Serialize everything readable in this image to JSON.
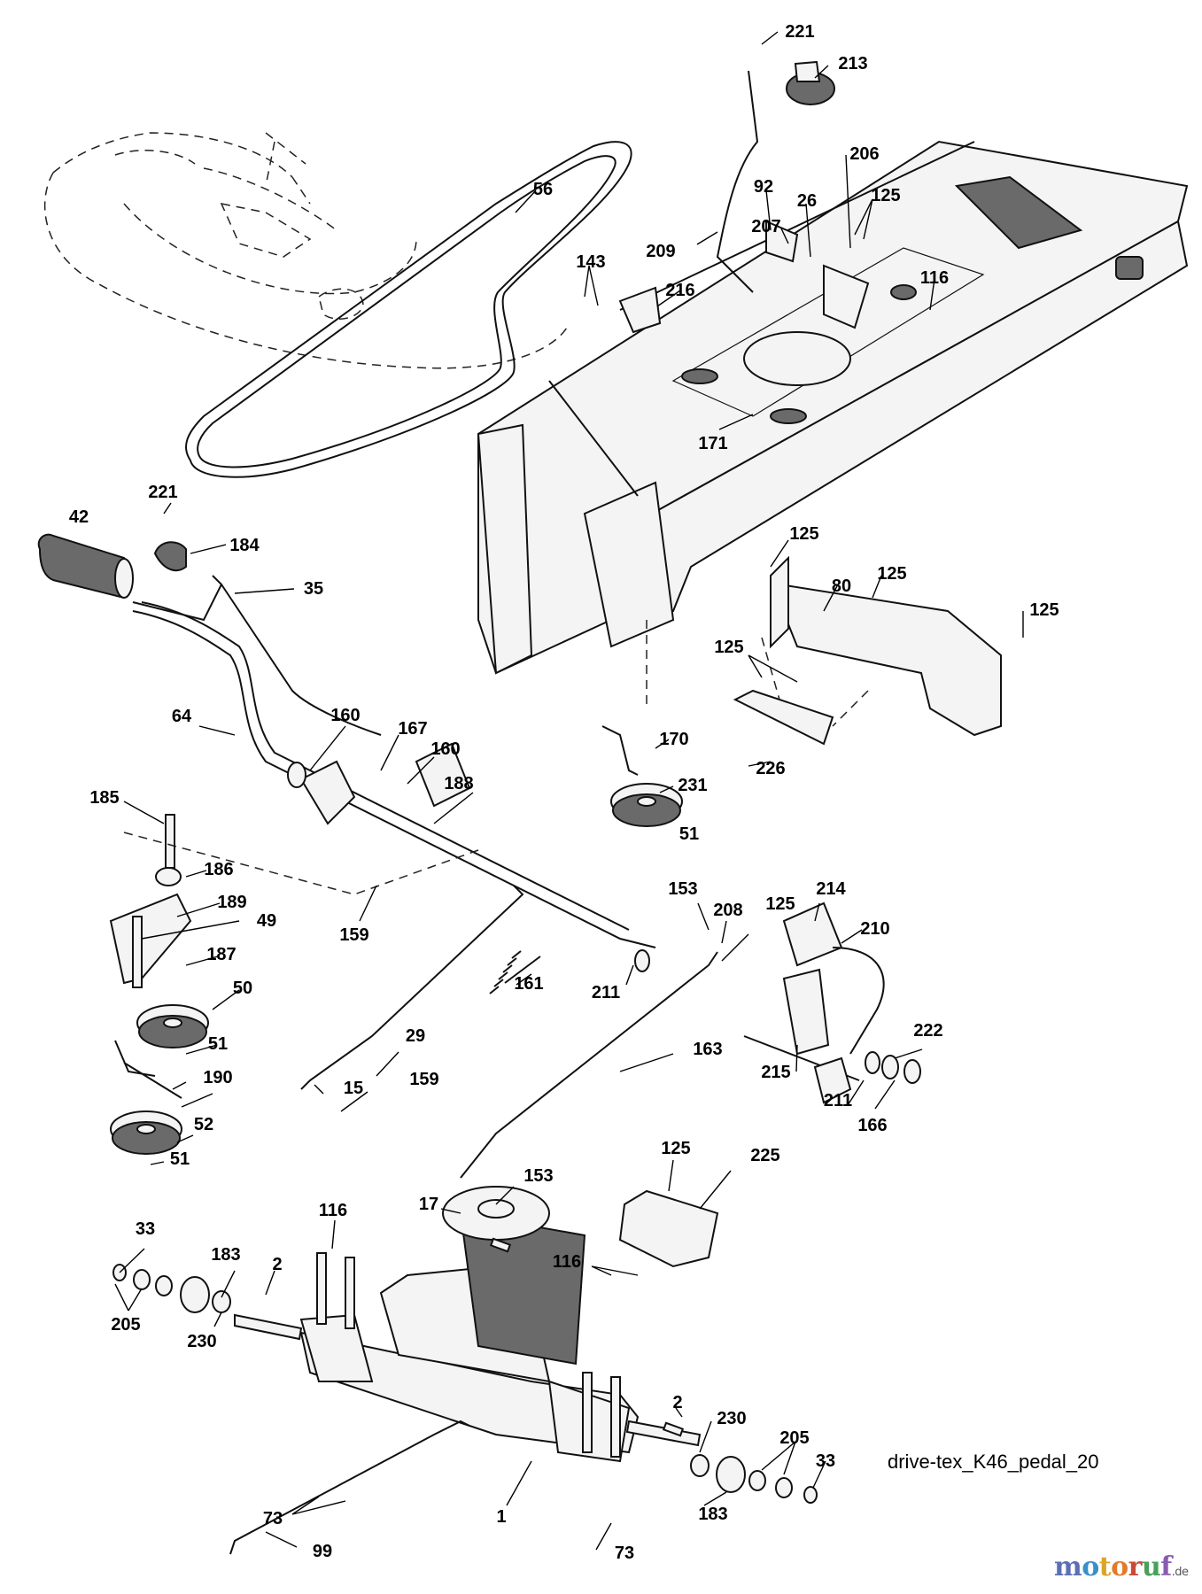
{
  "diagram": {
    "caption": "drive-tex_K46_pedal_20",
    "watermark": {
      "letters": [
        "m",
        "o",
        "t",
        "o",
        "r",
        "u",
        "f"
      ],
      "letter_colors": [
        "#5b6fb5",
        "#3a8fc7",
        "#d9a628",
        "#e07b2c",
        "#c94a3a",
        "#4aa05a",
        "#8a5cb0"
      ],
      "suffix": ".de"
    },
    "labels": {
      "p221a": "221",
      "p213": "213",
      "p56": "56",
      "p206": "206",
      "p92": "92",
      "p26": "26",
      "p125a": "125",
      "p209": "209",
      "p207": "207",
      "p143": "143",
      "p216": "216",
      "p116a": "116",
      "p171": "171",
      "p221b": "221",
      "p42": "42",
      "p184": "184",
      "p35": "35",
      "p125b": "125",
      "p80": "80",
      "p125c": "125",
      "p125d": "125",
      "p125e": "125",
      "p64": "64",
      "p160a": "160",
      "p167": "167",
      "p160b": "160",
      "p170": "170",
      "p226": "226",
      "p231": "231",
      "p188": "188",
      "p185": "185",
      "p51a": "51",
      "p186": "186",
      "p189": "189",
      "p49": "49",
      "p159a": "159",
      "p153a": "153",
      "p208": "208",
      "p125f": "125",
      "p214": "214",
      "p210": "210",
      "p187": "187",
      "p50": "50",
      "p161": "161",
      "p211a": "211",
      "p29": "29",
      "p163": "163",
      "p51b": "51",
      "p190": "190",
      "p222": "222",
      "p215": "215",
      "p15": "15",
      "p159b": "159",
      "p211b": "211",
      "p166": "166",
      "p52": "52",
      "p51c": "51",
      "p125g": "125",
      "p225": "225",
      "p153b": "153",
      "p17": "17",
      "p116b": "116",
      "p33a": "33",
      "p183a": "183",
      "p2a": "2",
      "p116c": "116",
      "p205a": "205",
      "p230a": "230",
      "p2b": "2",
      "p230b": "230",
      "p205b": "205",
      "p33b": "33",
      "p73a": "73",
      "p1": "1",
      "p183b": "183",
      "p99": "99",
      "p73b": "73"
    }
  }
}
